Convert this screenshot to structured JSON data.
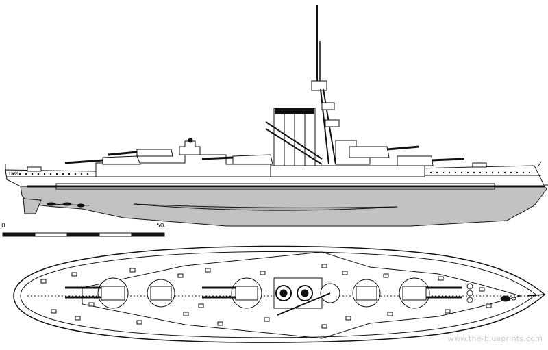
{
  "scale_bar": {
    "min_label": "0",
    "max_label": "50."
  },
  "stern_marking": "1855",
  "watermark": "www.the-blueprints.com",
  "colors": {
    "hull_below_waterline": "#c2c2c2",
    "line": "#111111",
    "background": "#ffffff"
  }
}
